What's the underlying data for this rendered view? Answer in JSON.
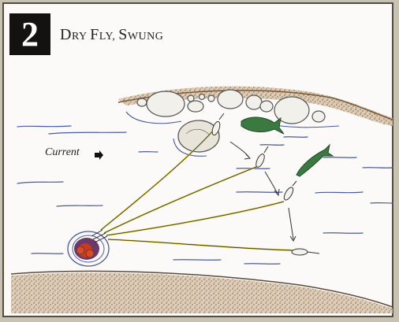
{
  "badge": {
    "number": "2"
  },
  "title": {
    "first_big": "D",
    "first_rest": "RY ",
    "second_big": "F",
    "second_rest": "LY, ",
    "third_big": "S",
    "third_rest": "WUNG"
  },
  "current_label": "Current",
  "colors": {
    "water_line": "#4a5aa0",
    "bank": "#7a5a3a",
    "line_yellow": "#d8c830",
    "trout": "#3a7a40",
    "angler": "#9a2a2a"
  },
  "icons": [
    "arrow-right-icon",
    "trout-icon",
    "fly-icon",
    "rock-icon",
    "angler-icon"
  ]
}
